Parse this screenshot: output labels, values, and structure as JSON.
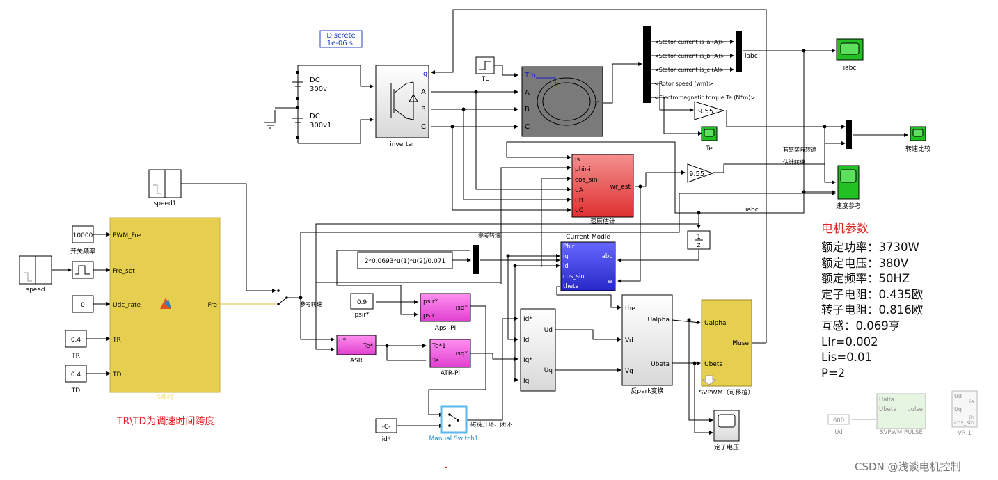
{
  "solver": {
    "line1": "Discrete",
    "line2": "1e-06 s."
  },
  "dc": {
    "src1": "DC",
    "val1": "300v",
    "src2": "DC",
    "val2": "300v1"
  },
  "inverter": {
    "label": "inverter",
    "port_g": "g",
    "port_a": "A",
    "port_b": "B",
    "port_c": "C"
  },
  "tl_label": "TL",
  "motor": {
    "port_tm": "Tm",
    "port_a": "A",
    "port_b": "B",
    "port_c": "C",
    "port_m": "m"
  },
  "bus_signals": [
    "<Stator current is_a (A)>",
    "<Stator current is_b (A)>",
    "<Stator current is_c (A)>",
    "<Rotor speed (wm)>",
    "<Electromagnetic torque Te (N*m)>"
  ],
  "iabc_mux": "iabc",
  "scope_iabc": "iabc",
  "scope_te": "Te",
  "gain_a": "9.55",
  "gain_b": "9.55",
  "scope_speed_cmp": "转速比较",
  "label_actual": "有感实际转速",
  "label_estimated": "估计转速",
  "scope_speed_ref": "速度参考",
  "estimator": {
    "title": "速度估计",
    "in_is": "is",
    "in_phir": "phir-i",
    "in_cos": "cos_sin",
    "in_ua": "uA",
    "in_ub": "uB",
    "in_uc": "uC",
    "out": "wr_est"
  },
  "iabc_wire": "iabc",
  "delay": {
    "num": "1",
    "den": "z"
  },
  "speed1": "speed1",
  "speed": "speed",
  "s_curve": {
    "title": "S曲线",
    "in1": "PWM_Fre",
    "in2": "Fre_set",
    "in3": "Udc_rate",
    "in4": "TR",
    "in5": "TD",
    "out": "Fre"
  },
  "c_pwm": {
    "value": "10000",
    "label": "开关频率"
  },
  "c_udc": {
    "value": "0"
  },
  "c_tr": {
    "value": "0.4",
    "label": "TR"
  },
  "c_td": {
    "value": "0.4",
    "label": "TD"
  },
  "ref_speed_a": "参考转速",
  "ref_speed_b": "参考转速",
  "fcn_expr": "2*0.0693*u(1)*u(2)/0.071",
  "current_model": {
    "title": "Current Modle",
    "in1": "Phir",
    "in2": "iq",
    "in3": "id",
    "in4": "cos_sin",
    "in5": "theta",
    "out1": "Iabc",
    "out2": "w"
  },
  "psir_const": {
    "value": "0.9",
    "label": "psir*"
  },
  "apsi": {
    "label": "Apsi-PI",
    "in1": "psir*",
    "in2": "psir",
    "out": "isd*"
  },
  "asr": {
    "label": "ASR",
    "in1": "n*",
    "in2": "n",
    "out": "Te*"
  },
  "atr": {
    "label": "ATR-PI",
    "in1": "Te*1",
    "in2": "Te",
    "out": "isq*"
  },
  "pi_ctrl": {
    "in1": "Id*",
    "in2": "Id",
    "in3": "Iq*",
    "in4": "Iq",
    "out1": "Ud",
    "out2": "Uq"
  },
  "ipark": {
    "label": "反park变换",
    "in1": "the",
    "in2": "Vd",
    "in3": "Vq",
    "out1": "Ualpha",
    "out2": "Ubeta"
  },
  "svpwm": {
    "label": "SVPWM（可移植）",
    "in1": "Ualpha",
    "in2": "Ubeta",
    "out": "Pluse"
  },
  "scope_stator_voltage": "定子电压",
  "id_const": {
    "value": "-C-",
    "label": "id*"
  },
  "manual_switch": {
    "label": "Manual Switch1",
    "note": "磁链开环、闭环"
  },
  "params": {
    "title": "电机参数",
    "lines": [
      "额定功率：3730W",
      "额定电压：380V",
      "额定频率：50HZ",
      "定子电阻：0.435欧",
      "转子电阻：0.816欧",
      "互感：0.069亨",
      "Llr=0.002",
      "Lis=0.01",
      "P=2"
    ]
  },
  "note_tr_td": "TR\\TD为调速时间跨度",
  "ghost_svpwm": {
    "label": "SVPWM PULSE",
    "in1": "Ualfa",
    "in2": "Ubeta",
    "out": "pulse"
  },
  "ghost_ud": {
    "value": "600",
    "label": "Ud"
  },
  "ghost_vr": {
    "label": "VR-1",
    "in1": "Ud",
    "in2": "Uq",
    "in3": "cos_sin",
    "out1": "ia",
    "out2": "ib"
  },
  "watermark": "CSDN @浅谈电机控制",
  "colors": {
    "s_curve": "#e6cf4e",
    "svpwm": "#e6cf4e",
    "estimator": "#f07070",
    "current_model": "#4a4ae0",
    "pi_blocks": "#f070e0",
    "scope": "#22c022",
    "motor": "#7a7a7a",
    "switch_highlight": "#5ab8f0",
    "params_title": "#e02020"
  },
  "icons": [
    "scope-icon",
    "step-icon",
    "matlab-function-icon",
    "switch-icon"
  ]
}
